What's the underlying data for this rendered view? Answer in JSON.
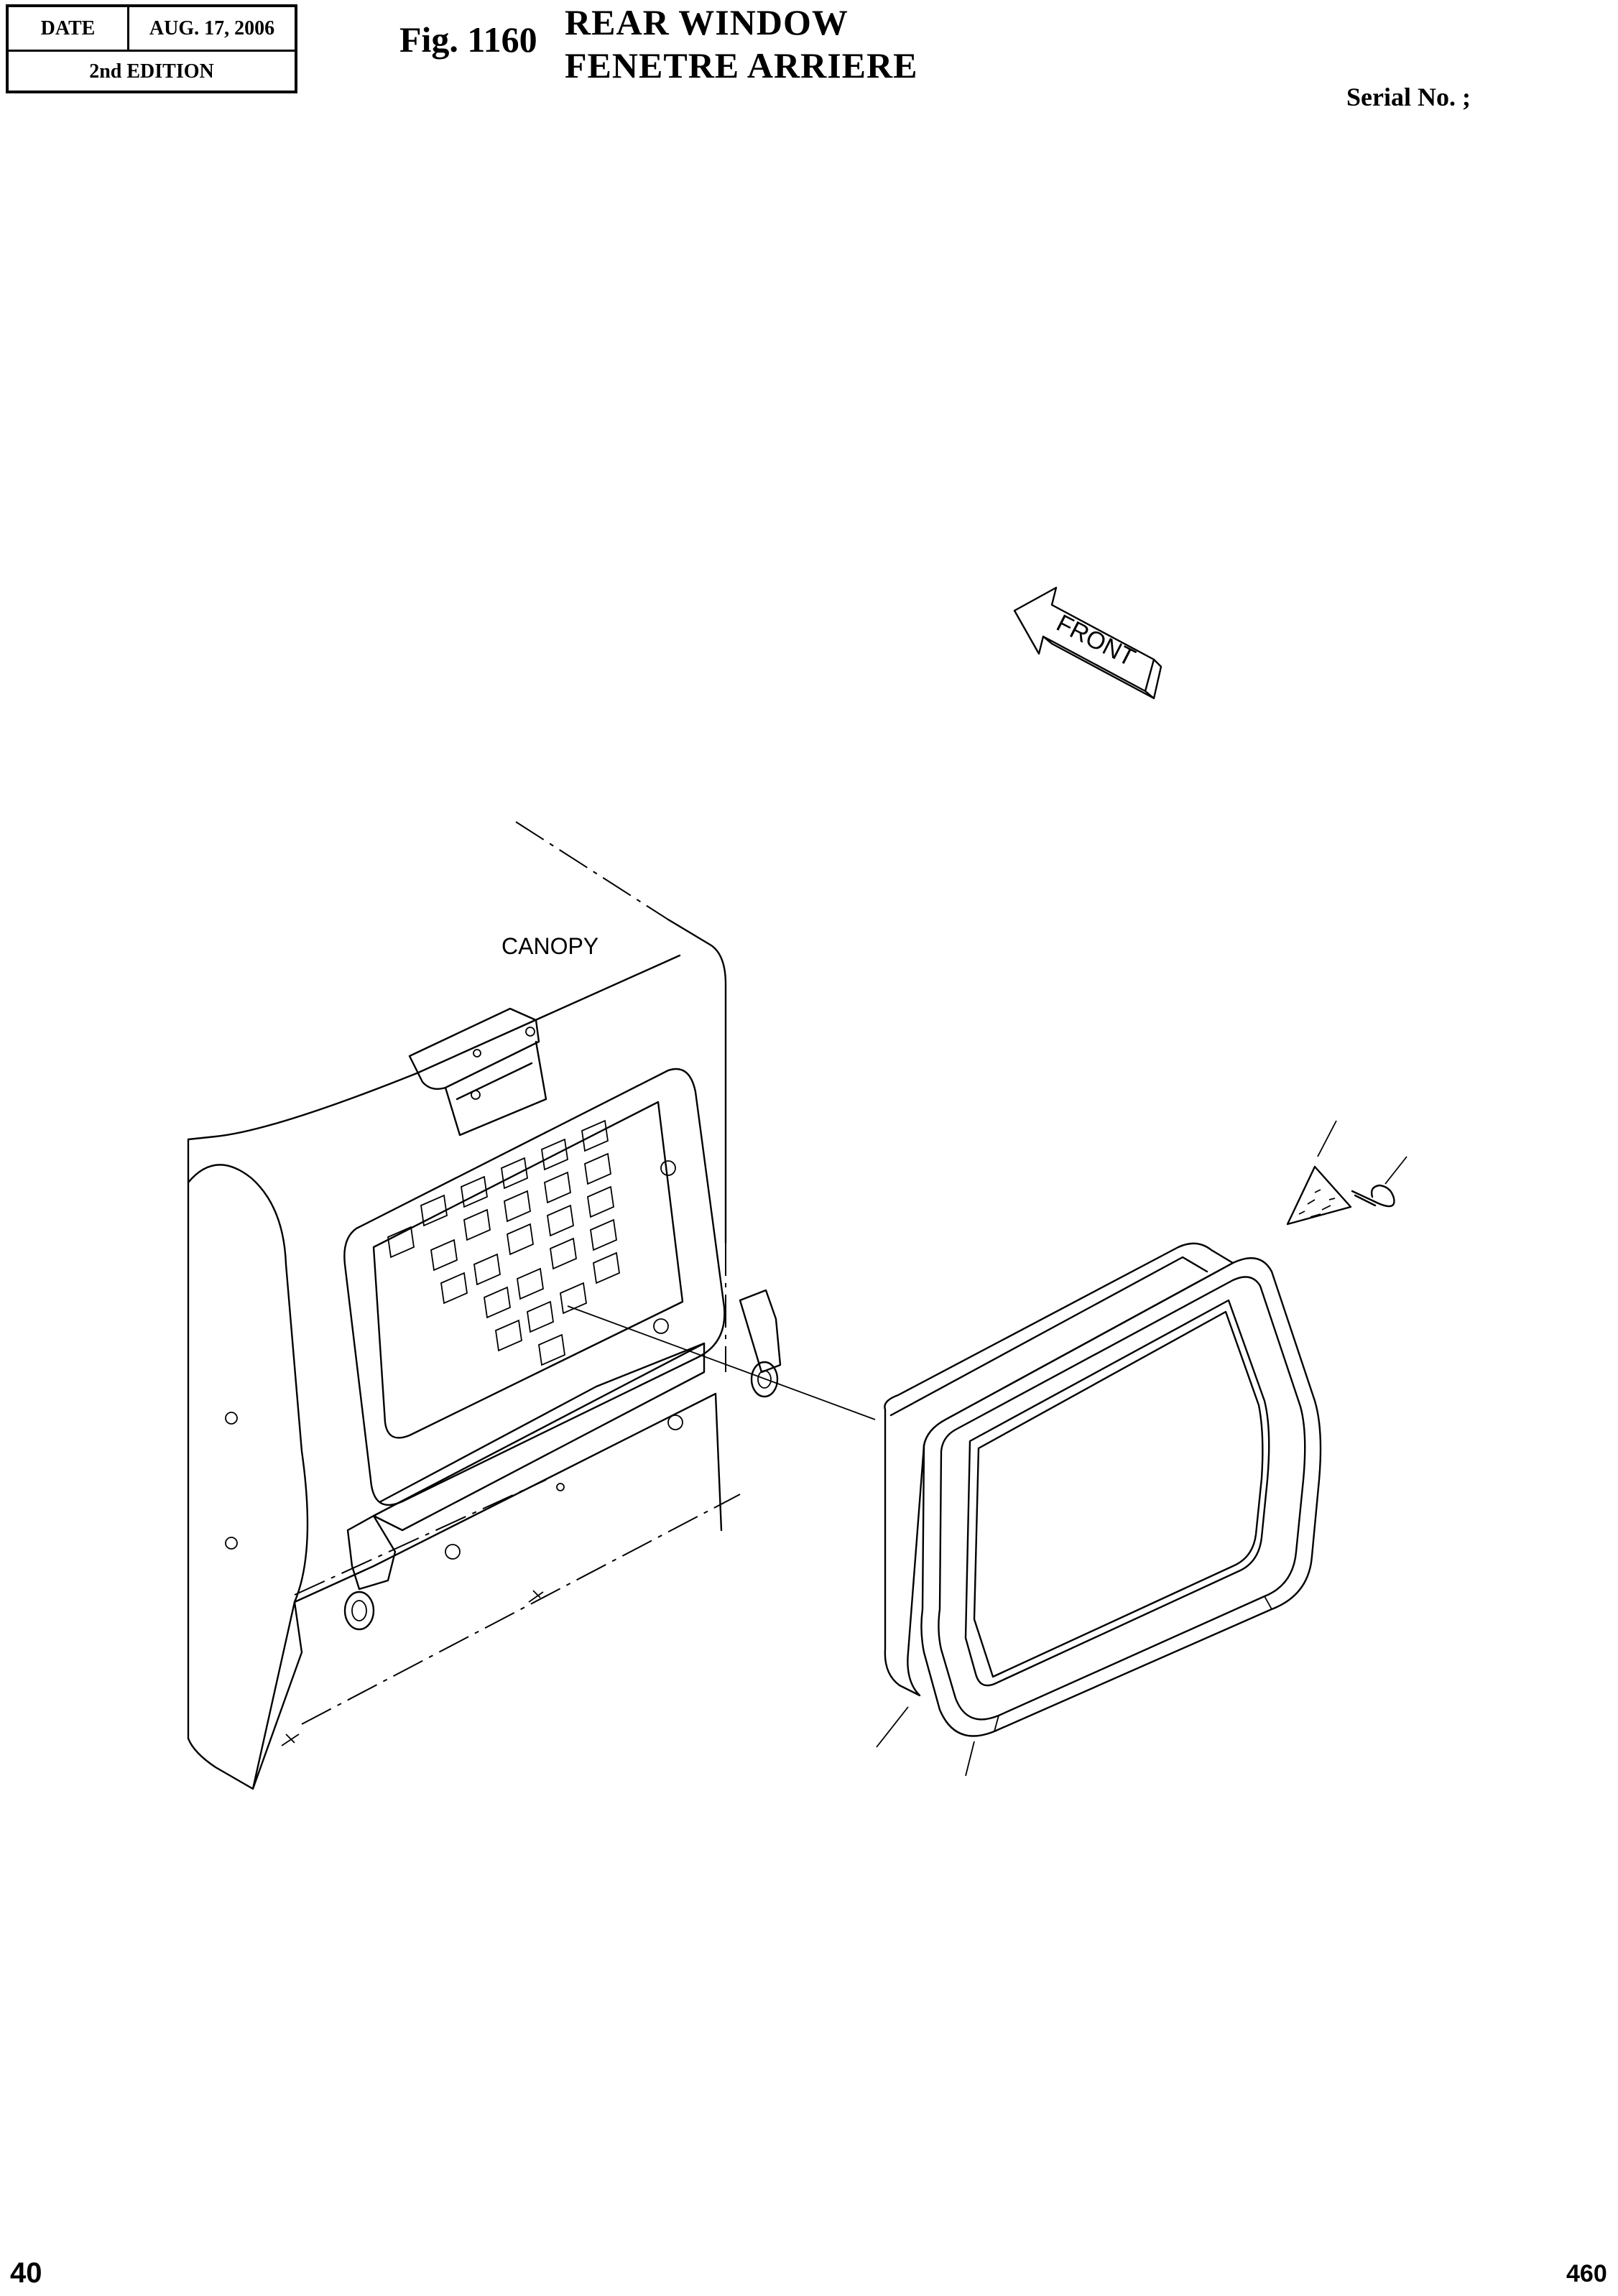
{
  "header": {
    "date_label": "DATE",
    "date_value": "AUG. 17, 2006",
    "edition": "2nd EDITION",
    "figure": "Fig. 1160",
    "title_en": "REAR WINDOW",
    "title_fr": "FENETRE ARRIERE",
    "serial": "Serial No. ;"
  },
  "diagram": {
    "canopy_label": "CANOPY",
    "front_label": "FRONT"
  },
  "footer": {
    "page_left": "40",
    "page_right": "460"
  }
}
